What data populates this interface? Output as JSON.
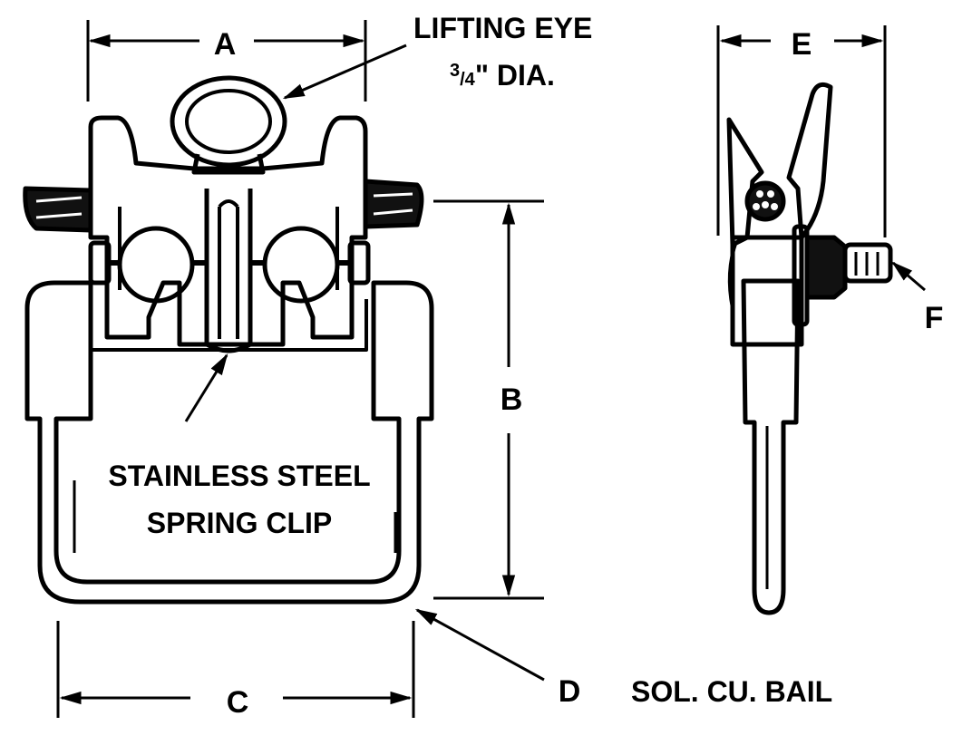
{
  "labels": {
    "dim_a": "A",
    "dim_b": "B",
    "dim_c": "C",
    "dim_d": "D",
    "dim_e": "E",
    "dim_f": "F",
    "lifting_eye_line1": "LIFTING EYE",
    "lifting_eye_sup": "3",
    "lifting_eye_sub": "/4",
    "lifting_eye_rest": "\" DIA.",
    "spring_clip_line1": "STAINLESS STEEL",
    "spring_clip_line2": "SPRING CLIP",
    "bail": "SOL. CU. BAIL"
  },
  "colors": {
    "ink": "#000000",
    "paper": "#ffffff"
  }
}
